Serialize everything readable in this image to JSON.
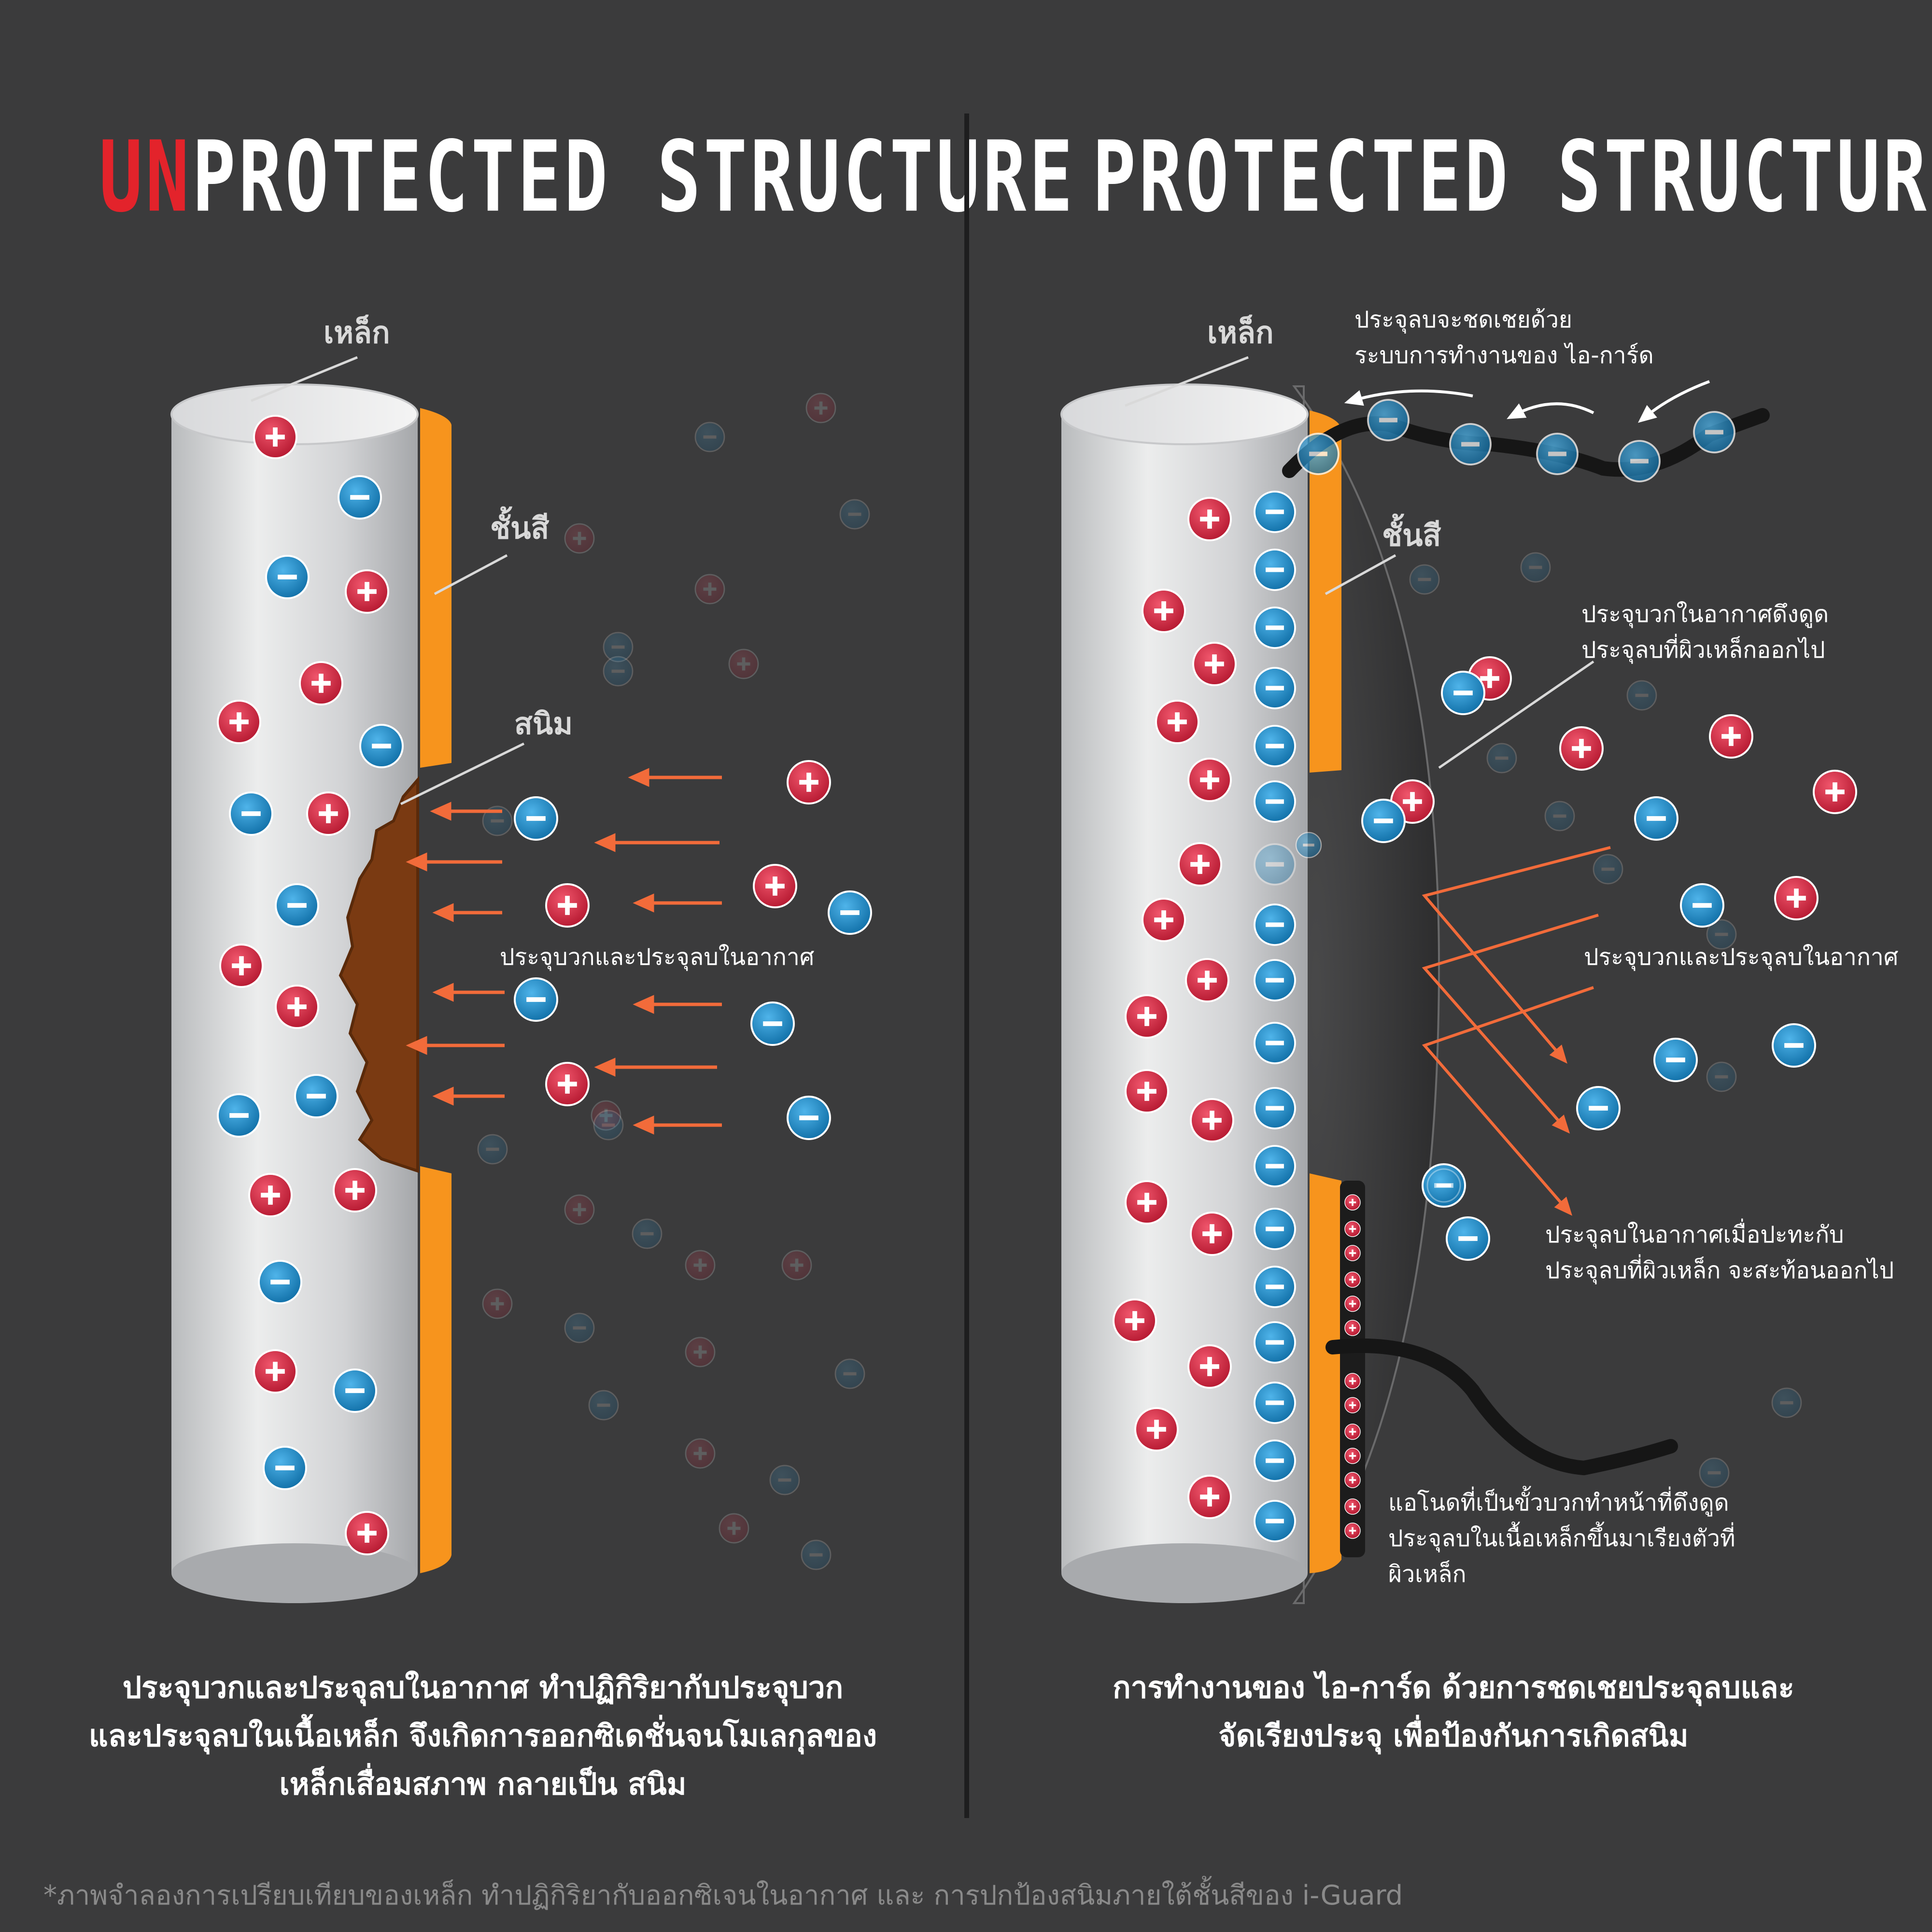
{
  "left": {
    "title_highlight": "UN",
    "title_rest": "PROTECTED STRUCTURE",
    "label_steel": "เหล็ก",
    "label_paint": "ชั้นสี",
    "label_rust": "สนิม",
    "label_air_ions": "ประจุบวกและประจุลบในอากาศ",
    "caption": [
      "ประจุบวกและประจุลบในอากาศ ทำปฏิกิริยากับประจุบวก",
      "และประจุลบในเนื้อเหล็ก จึงเกิดการออกซิเดชั่นจนโมเลกุลของ",
      "เหล็กเสื่อมสภาพ กลายเป็น สนิม"
    ]
  },
  "right": {
    "title": "PROTECTED STRUCTURE",
    "label_steel": "เหล็ก",
    "label_paint": "ชั้นสี",
    "note_compensate": [
      "ประจุลบจะชดเชยด้วย",
      "ระบบการทำงานของ ไอ-การ์ด"
    ],
    "note_attract": [
      "ประจุบวกในอากาศดึงดูด",
      "ประจุลบที่ผิวเหล็กออกไป"
    ],
    "note_air_ions": "ประจุบวกและประจุลบในอากาศ",
    "note_reflect": [
      "ประจุลบในอากาศเมื่อปะทะกับ",
      "ประจุลบที่ผิวเหล็ก จะสะท้อนออกไป"
    ],
    "note_anode": [
      "แอโนดที่เป็นขั้วบวกทำหน้าที่ดึงดูด",
      "ประจุลบในเนื้อเหล็กขึ้นมาเรียงตัวที่",
      "ผิวเหล็ก"
    ],
    "caption": [
      "การทำงานของ ไอ-การ์ด ด้วยการชดเชยประจุลบและ",
      "จัดเรียงประจุ เพื่อป้องกันการเกิดสนิม"
    ]
  },
  "footnote": "*ภาพจำลองการเปรียบเทียบของเหล็ก ทำปฏิกิริยากับออกซิเจนในอากาศ และ การปกป้องสนิมภายใต้ชั้นสีของ i-Guard",
  "colors": {
    "background": "#3b3b3c",
    "accent_red": "#e3232b",
    "positive_ion": "#d2213f",
    "negative_ion": "#1a8ccc",
    "paint_layer": "#f7941d",
    "arrow_orange": "#f26b3a",
    "rust": "#7a3a12"
  },
  "icons": {
    "positive_ion": "plus-icon",
    "negative_ion": "minus-icon"
  }
}
